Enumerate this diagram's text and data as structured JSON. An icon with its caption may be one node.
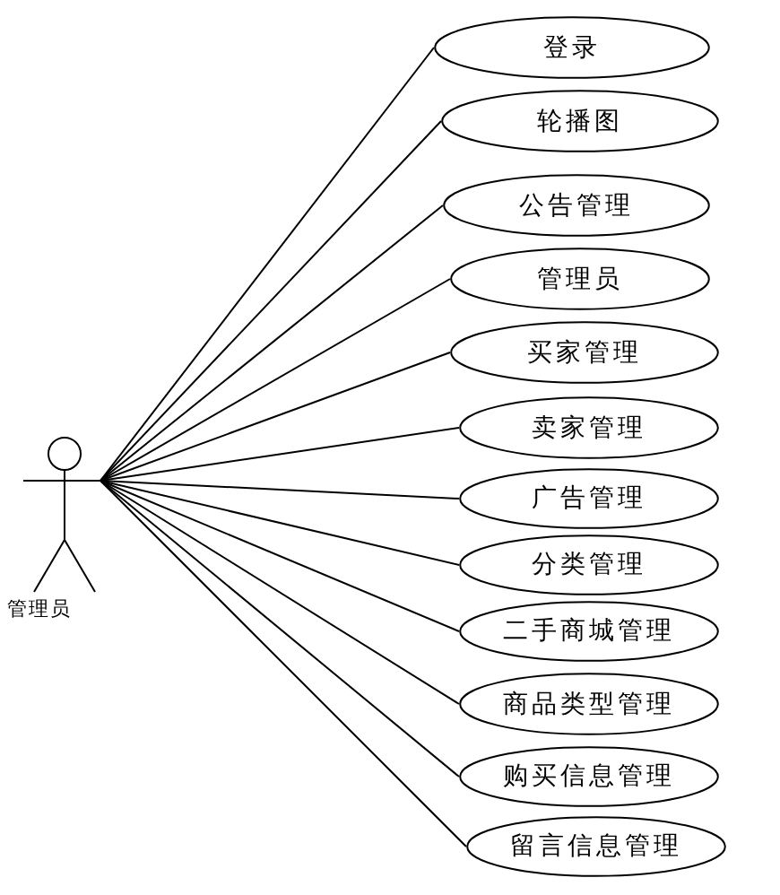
{
  "diagram": {
    "nodes": [
      {
        "text": [
          "管理员"
        ]
      },
      {
        "text": [
          "登录"
        ]
      },
      {
        "text": [
          "轮播图"
        ]
      },
      {
        "text": [
          "公告管理"
        ]
      },
      {
        "text": [
          "管理员"
        ]
      },
      {
        "text": [
          "买家管理"
        ]
      },
      {
        "text": [
          "卖家管理"
        ]
      },
      {
        "text": [
          "广告管理"
        ]
      },
      {
        "text": [
          "分类管理"
        ]
      },
      {
        "text": [
          "二手商城管理"
        ]
      },
      {
        "text": [
          "商品类型管理"
        ]
      },
      {
        "text": [
          "购买信息管理"
        ]
      },
      {
        "text": [
          "留言信息管理"
        ]
      }
    ],
    "edges": [
      {
        "from": 0,
        "to": 1,
        "arrow": "none"
      },
      {
        "from": 0,
        "to": 2,
        "arrow": "none"
      },
      {
        "from": 0,
        "to": 3,
        "arrow": "none"
      },
      {
        "from": 0,
        "to": 4,
        "arrow": "none"
      },
      {
        "from": 0,
        "to": 5,
        "arrow": "none"
      },
      {
        "from": 0,
        "to": 6,
        "arrow": "none"
      },
      {
        "from": 0,
        "to": 7,
        "arrow": "none"
      },
      {
        "from": 0,
        "to": 8,
        "arrow": "none"
      },
      {
        "from": 0,
        "to": 9,
        "arrow": "none"
      },
      {
        "from": 0,
        "to": 10,
        "arrow": "none"
      },
      {
        "from": 0,
        "to": 11,
        "arrow": "none"
      },
      {
        "from": 0,
        "to": 12,
        "arrow": "none"
      }
    ]
  }
}
